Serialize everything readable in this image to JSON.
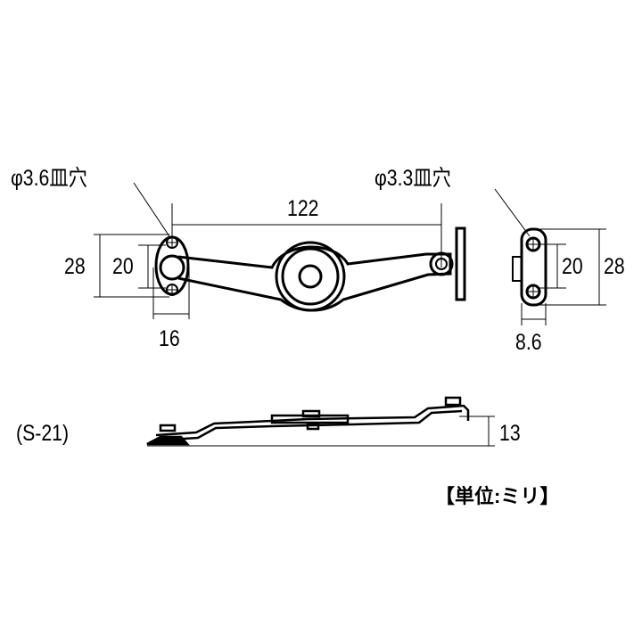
{
  "labels": {
    "hole_left": "φ3.6皿穴",
    "hole_right": "φ3.3皿穴",
    "length": "122",
    "left_height_outer": "28",
    "left_height_inner": "20",
    "left_width": "16",
    "right_height_inner": "20",
    "right_height_outer": "28",
    "right_width": "8.6",
    "side_height": "13",
    "model": "(S-21)",
    "unit": "【単位:ミリ】"
  }
}
